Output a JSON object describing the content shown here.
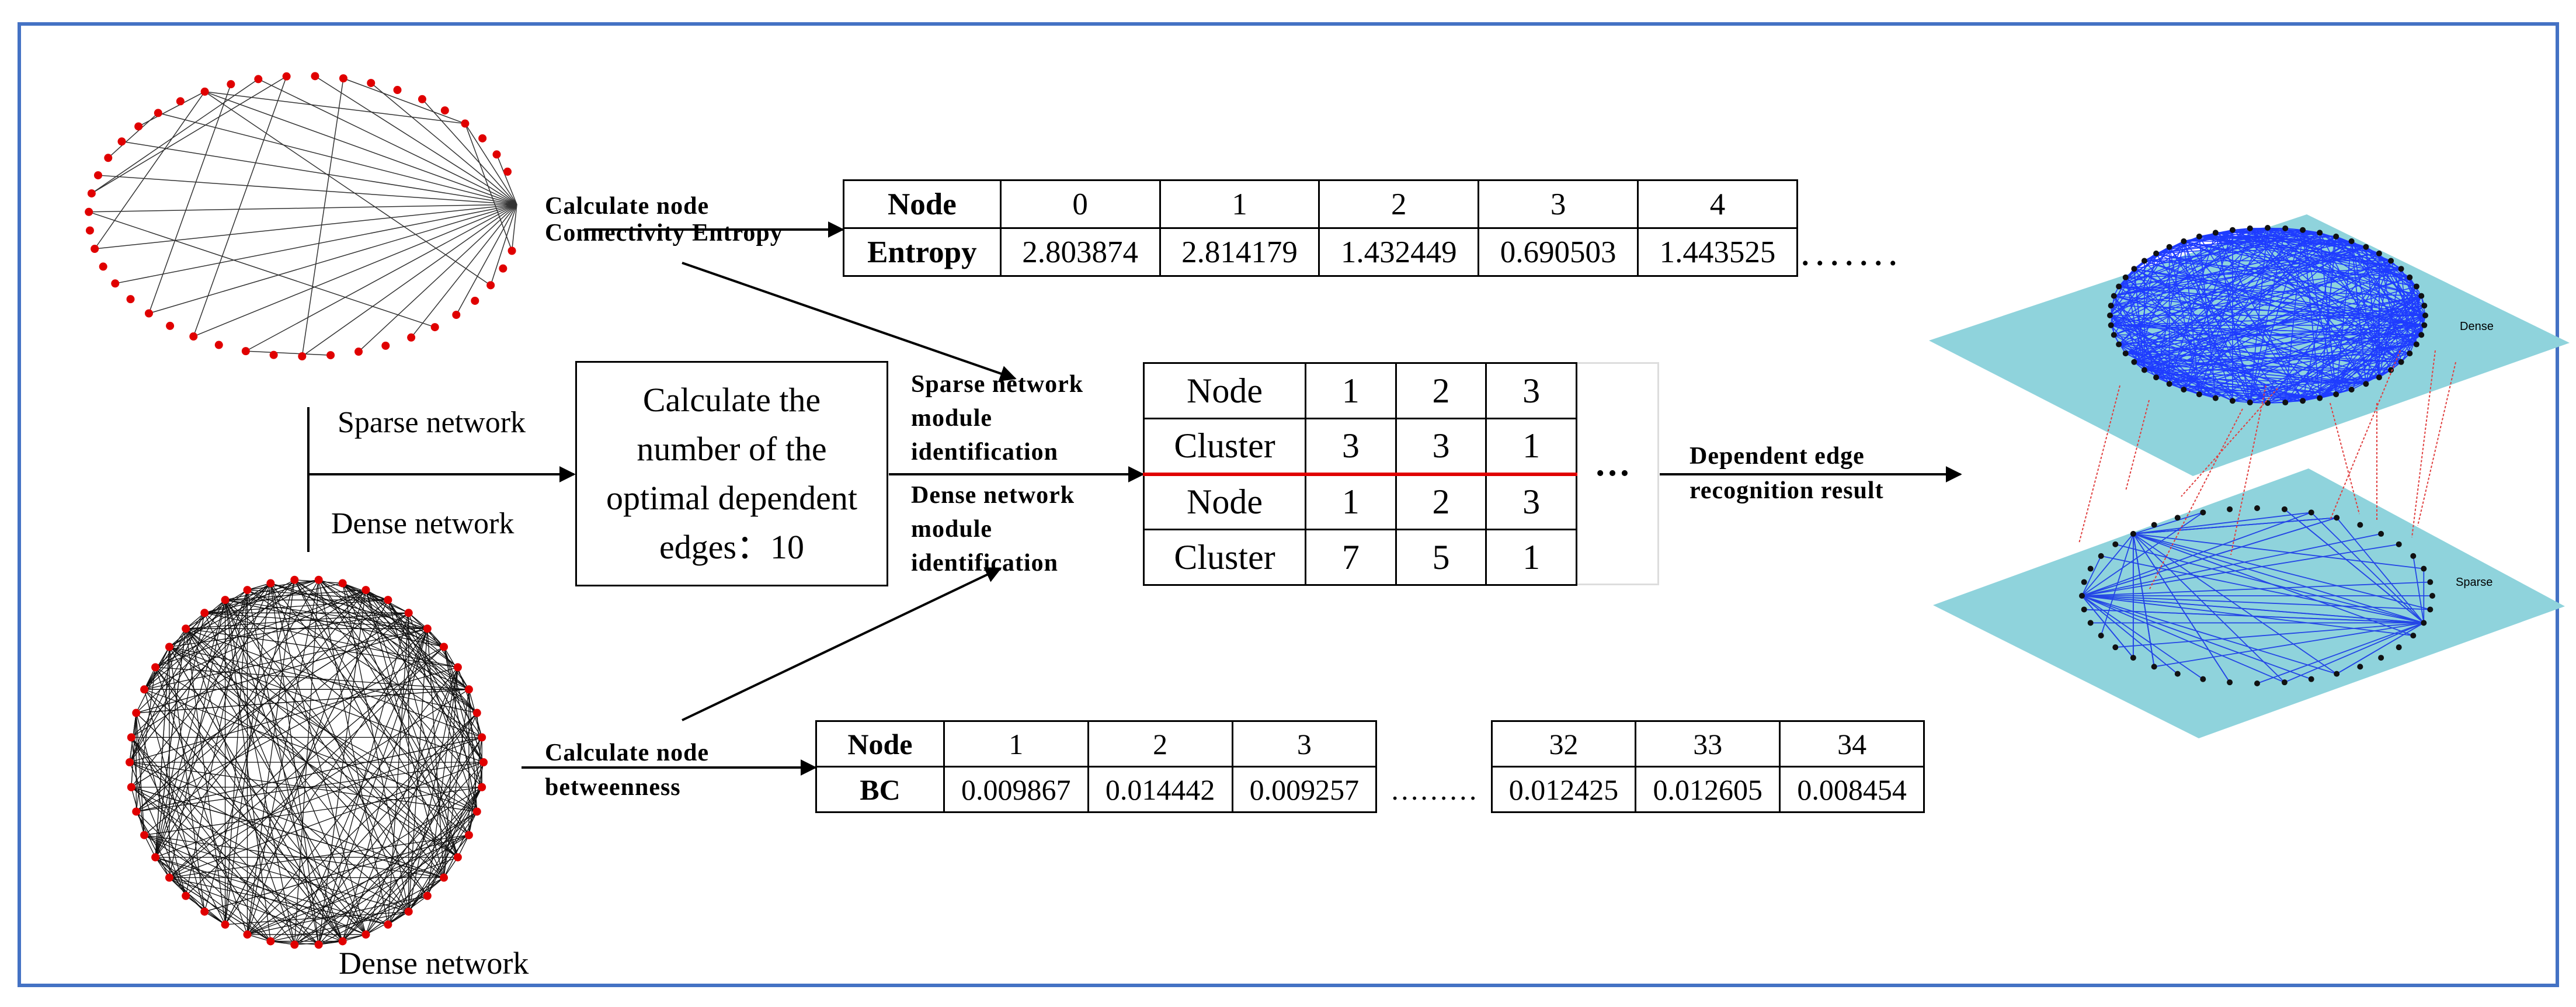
{
  "labels": {
    "calc_entropy": "Calculate node\nConnectivity Entropy",
    "sparse_network": "Sparse network",
    "dense_network": "Dense network",
    "dense_network_bottom": "Dense network",
    "optimal_box": "Calculate the\nnumber of the\noptimal dependent\nedges：10",
    "sparse_module": "Sparse network\nmodule\nidentification",
    "dense_module": "Dense network\nmodule\nidentification",
    "dependent_result": "Dependent edge\nrecognition result",
    "calc_betweenness": "Calculate node\nbetweenness",
    "ellipsis_cluster": "…",
    "ellipsis_entropy": ". . . . . . .",
    "ellipsis_bc": "………",
    "layer_dense": "Dense",
    "layer_sparse": "Sparse"
  },
  "entropy_table": {
    "header_label": "Node",
    "row_label": "Entropy",
    "nodes": [
      "0",
      "1",
      "2",
      "3",
      "4"
    ],
    "values": [
      "2.803874",
      "2.814179",
      "1.432449",
      "0.690503",
      "1.443525"
    ]
  },
  "cluster_table": {
    "sparse": {
      "node_label": "Node",
      "cluster_label": "Cluster",
      "nodes": [
        "1",
        "2",
        "3"
      ],
      "clusters": [
        "3",
        "3",
        "1"
      ]
    },
    "dense": {
      "node_label": "Node",
      "cluster_label": "Cluster",
      "nodes": [
        "1",
        "2",
        "3"
      ],
      "clusters": [
        "7",
        "5",
        "1"
      ]
    }
  },
  "bc_table": {
    "header_label": "Node",
    "row_label": "BC",
    "nodes": [
      "1",
      "2",
      "3",
      "",
      "32",
      "33",
      "34"
    ],
    "values": [
      "0.009867",
      "0.014442",
      "0.009257",
      "",
      "0.012425",
      "0.012605",
      "0.008454"
    ]
  },
  "colors": {
    "frame": "#4472c4",
    "node": "#e00000",
    "highlight": "#e00000",
    "plane": "#8fd3dc",
    "blue_edges": "#1f3cff"
  }
}
